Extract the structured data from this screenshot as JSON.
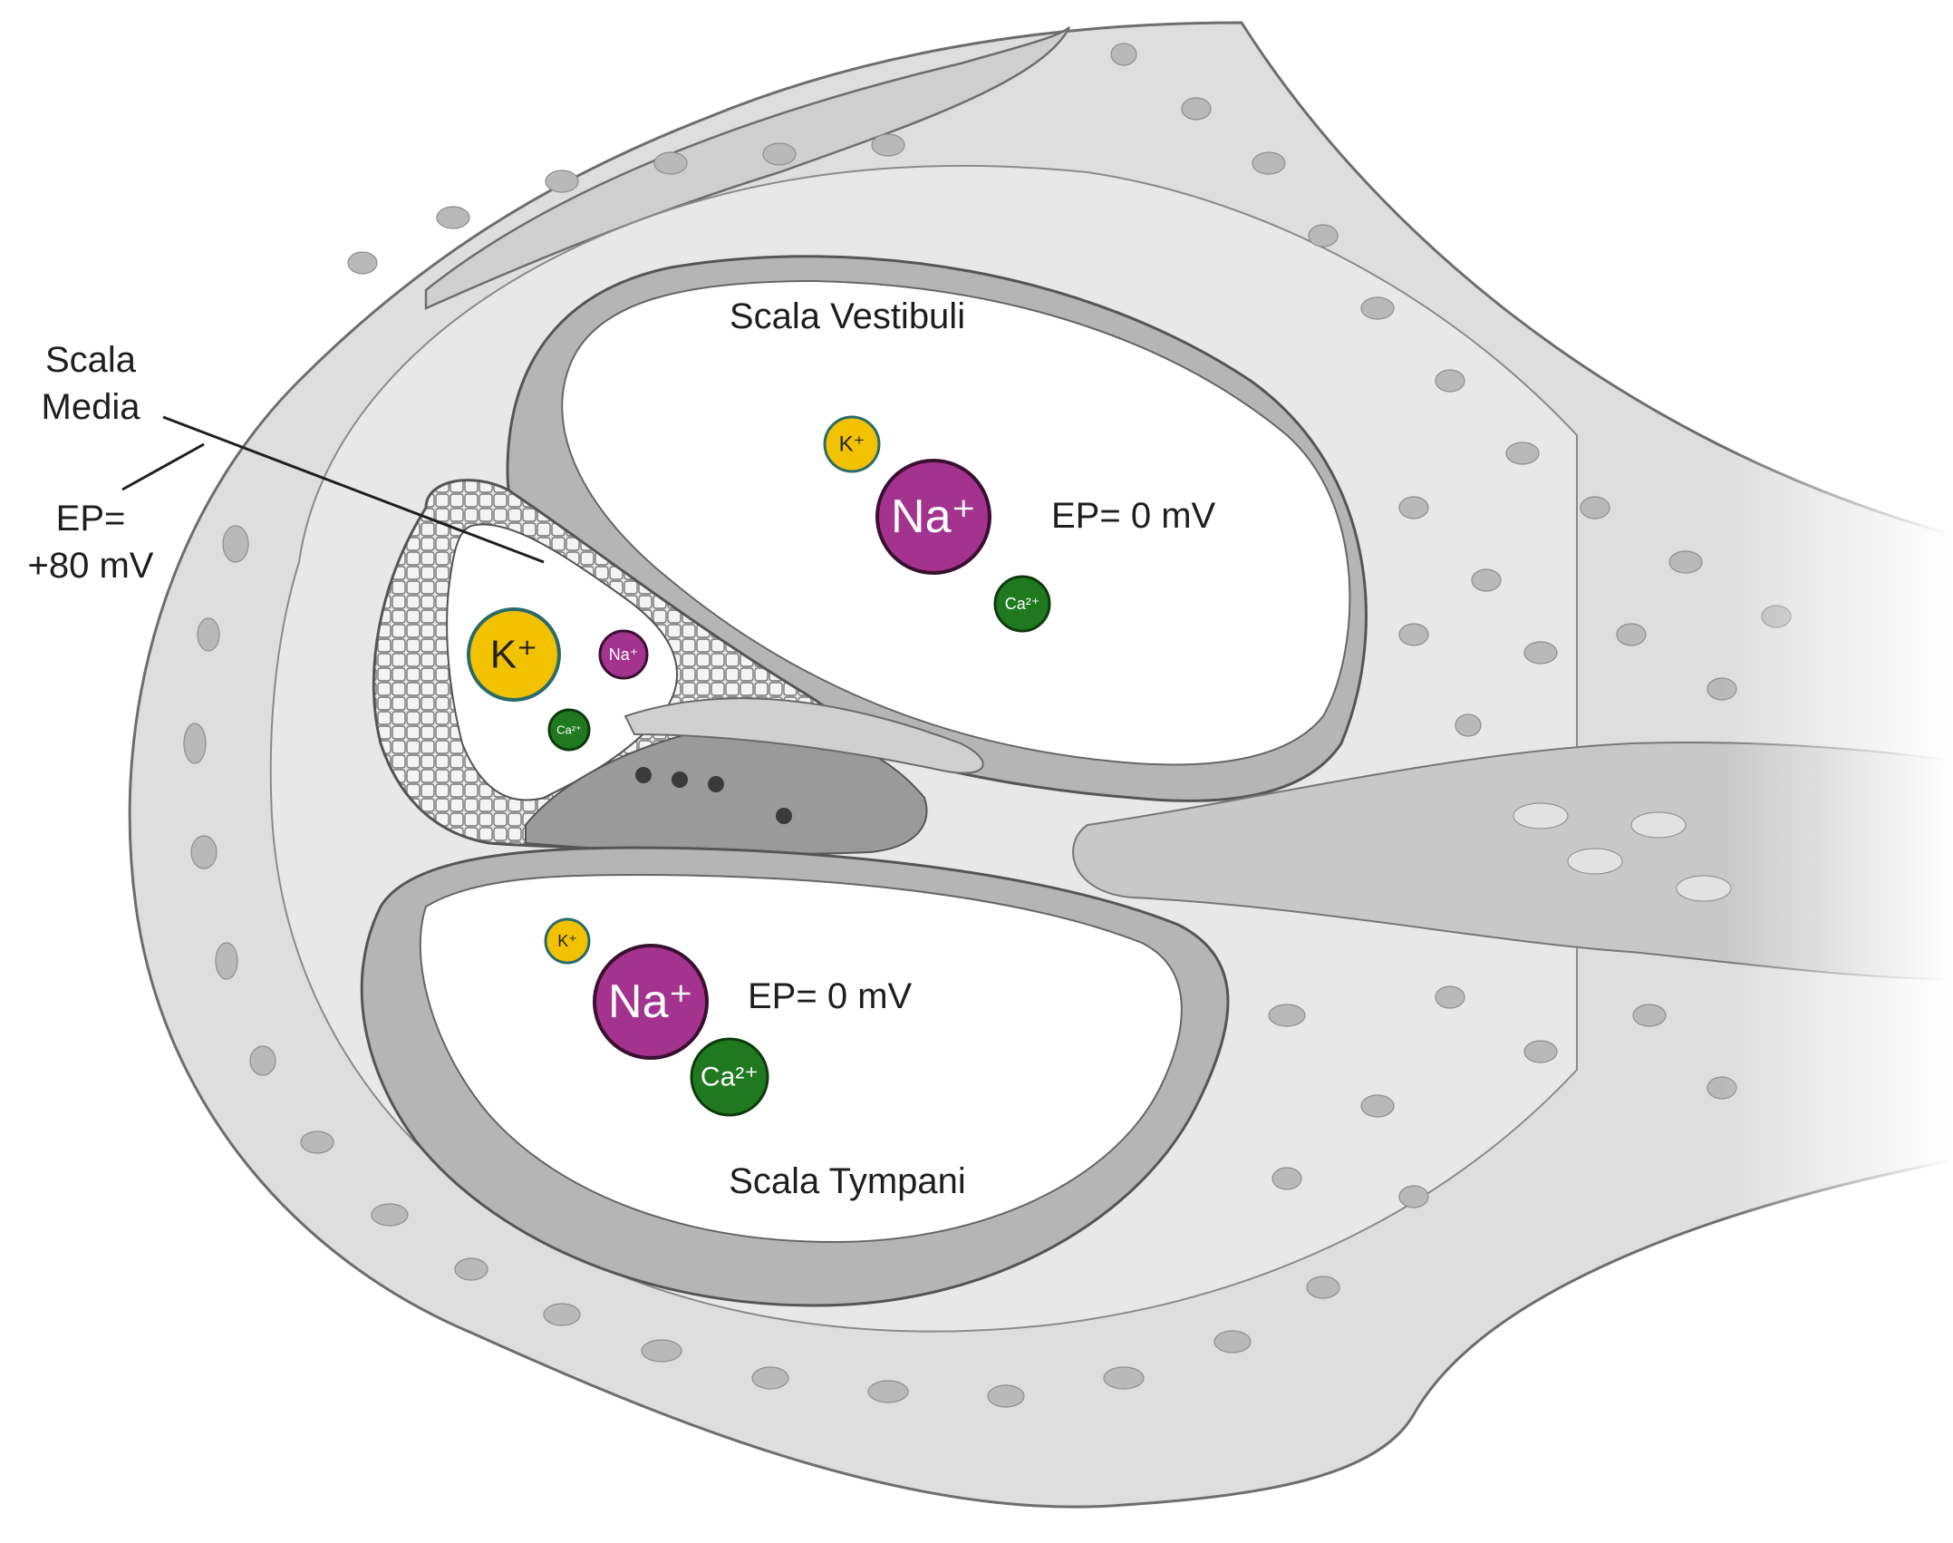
{
  "labels": {
    "scala_media_line1": "Scala",
    "scala_media_line2": "Media",
    "ep_media_line1": "EP=",
    "ep_media_line2": "+80 mV",
    "scala_vestibuli": "Scala Vestibuli",
    "ep_vestibuli": "EP= 0 mV",
    "scala_tympani": "Scala Tympani",
    "ep_tympani": "EP= 0 mV"
  },
  "ions": {
    "vestibuli": {
      "k": "K⁺",
      "na": "Na⁺",
      "ca": "Ca²⁺"
    },
    "media": {
      "k": "K⁺",
      "na": "Na⁺",
      "ca": "Ca²⁺"
    },
    "tympani": {
      "k": "K⁺",
      "na": "Na⁺",
      "ca": "Ca²⁺"
    }
  },
  "colors": {
    "potassium": "#f2c200",
    "sodium": "#a3338f",
    "calcium": "#1f7a1f",
    "bone": "#dcdcdc",
    "bone_dark": "#bdbdbd",
    "tissue": "#a6a6a6",
    "fluid": "#ffffff"
  }
}
